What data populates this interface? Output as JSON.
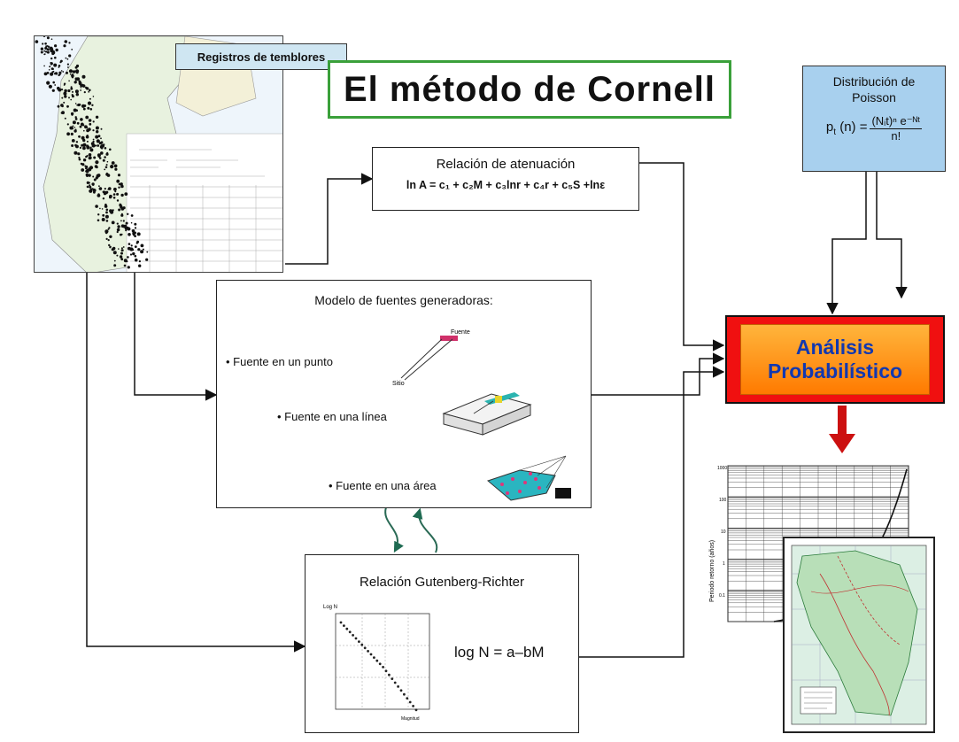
{
  "title": "El método de Cornell",
  "registros_label": "Registros de temblores",
  "poisson": {
    "title_line1": "Distribución de",
    "title_line2": "Poisson",
    "formula_lhs": "p",
    "formula_lhs_sub": "t",
    "formula_lhs_arg": " (n) =",
    "formula_num": "(Nᵢt)ⁿ e⁻ᴺᵗ",
    "formula_den": "n!"
  },
  "atenuacion": {
    "title": "Relación de atenuación",
    "formula": "ln A = c₁ + c₂M + c₃lnr + c₄r + c₅S +lnε"
  },
  "fuentes": {
    "title": "Modelo de fuentes generadoras:",
    "items": [
      "• Fuente en un punto",
      "• Fuente en una línea",
      "• Fuente en una área"
    ],
    "fig1_label_top": "Fuente",
    "fig1_label_bottom": "Sitio"
  },
  "analisis": {
    "line1": "Análisis",
    "line2": "Probabilístico"
  },
  "gutenberg": {
    "title": "Relación Gutenberg-Richter",
    "formula": "log N = a–bM",
    "plot_ylabel": "Log N",
    "plot_xlabel": "Magnitud"
  },
  "hazard_plot": {
    "ylabel": "Periodo retorno (años)",
    "yticks": [
      "1000",
      "100",
      "10",
      "1",
      "0.1"
    ]
  },
  "colors": {
    "title_border": "#3aa03a",
    "poisson_bg": "#a8d0ee",
    "analisis_outer": "#f01010",
    "analisis_inner": "#ff9a1f",
    "analisis_text": "#1238b0",
    "arrow_red": "#cc1010",
    "arrow_green": "#1f6b52",
    "map_land": "#e8f2df"
  }
}
